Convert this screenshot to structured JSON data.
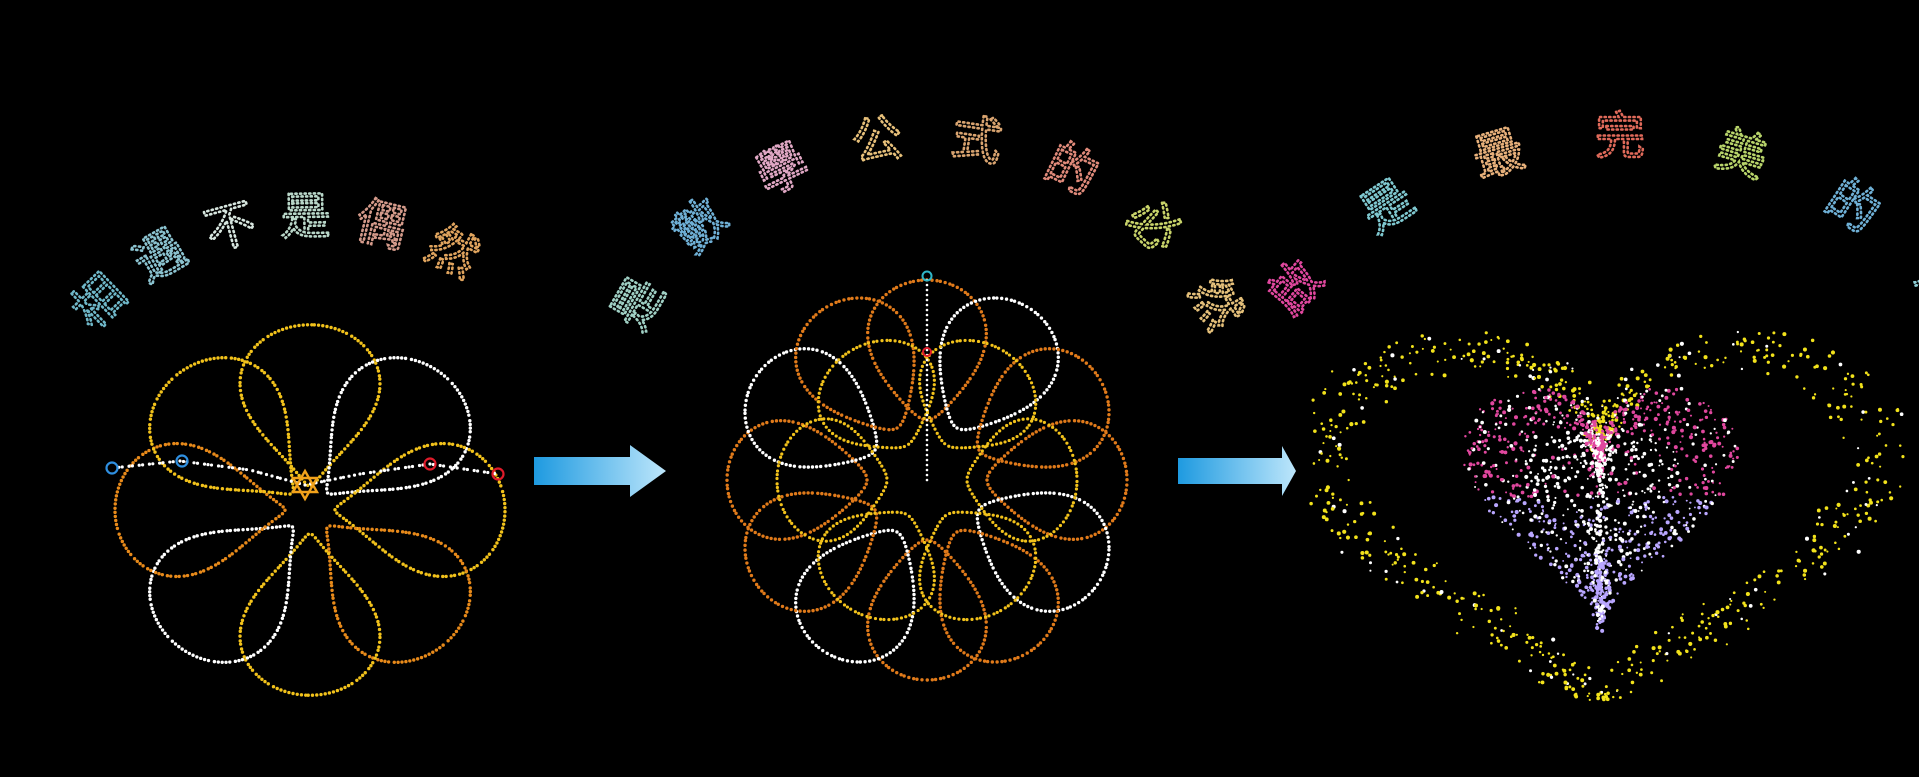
{
  "panels": [
    {
      "id": "panel-1",
      "caption_chars": [
        "相",
        "遇",
        "不",
        "是",
        "偶",
        "然"
      ],
      "caption_colors": [
        "#6fb7c8",
        "#8bc3d0",
        "#d7e6df",
        "#b9d7c9",
        "#d49a8a",
        "#e0a45e"
      ],
      "figure": "spirograph-loops",
      "colors": {
        "primary": "#f2c21b",
        "secondary": "#ffffff",
        "accent": "#e88a1a"
      },
      "markers": [
        {
          "name": "blue-circle",
          "color": "#2f8fe0"
        },
        {
          "name": "blue-circle",
          "color": "#2f8fe0"
        },
        {
          "name": "star-of-david",
          "color": "#f2a21b"
        },
        {
          "name": "red-circle",
          "color": "#e01b2a"
        },
        {
          "name": "red-circle",
          "color": "#e01b2a"
        }
      ]
    },
    {
      "id": "panel-2",
      "caption_chars": [
        "是",
        "數",
        "學",
        "公",
        "式",
        "的",
        "必",
        "然"
      ],
      "caption_colors": [
        "#9fd0c4",
        "#6fb0d6",
        "#e0a7c4",
        "#e7c07a",
        "#d9a470",
        "#e08a7a",
        "#c9d46a",
        "#e5c07a"
      ],
      "figure": "rose-curve-petals",
      "colors": {
        "primary": "#f2c21b",
        "secondary": "#ffffff",
        "accent": "#e07a1a"
      }
    },
    {
      "id": "panel-3",
      "caption_chars": [
        "啟",
        "是",
        "最",
        "完",
        "美",
        "的",
        "解"
      ],
      "caption_colors": [
        "#e0479e",
        "#7fc8d0",
        "#e7b07a",
        "#e06a5a",
        "#b8d46a",
        "#6fb0d6",
        "#8fd0d8"
      ],
      "figure": "particle-heart",
      "colors": {
        "outer": "#f2e21b",
        "inner_top": "#e0479e",
        "inner_bottom": "#b9a6ff",
        "center": "#ffffff"
      }
    }
  ],
  "arrows": [
    {
      "from": "panel-1",
      "to": "panel-2",
      "color_start": "#1e9ae0",
      "color_end": "#bde6fb"
    },
    {
      "from": "panel-2",
      "to": "panel-3",
      "color_start": "#1e9ae0",
      "color_end": "#bde6fb"
    }
  ]
}
